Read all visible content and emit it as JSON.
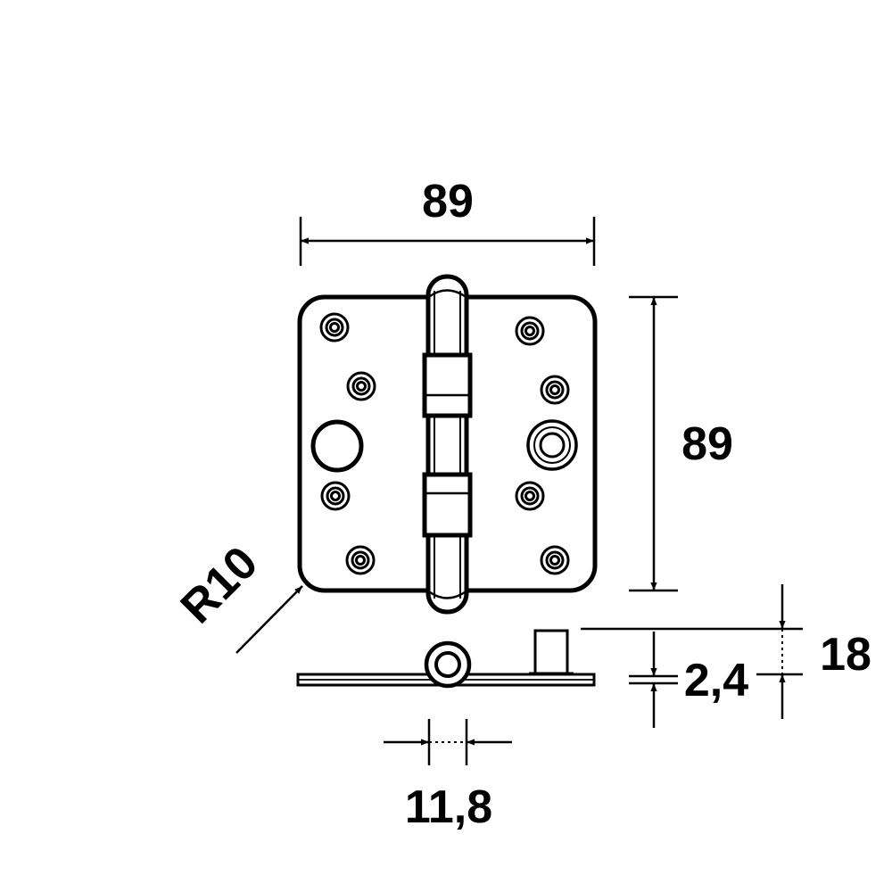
{
  "dimensions": {
    "width": "89",
    "height": "89",
    "radius": "R10",
    "knuckle_diameter": "11,8",
    "plate_thickness": "2,4",
    "total_depth": "18"
  },
  "colors": {
    "line": "#000000",
    "background": "#ffffff"
  }
}
